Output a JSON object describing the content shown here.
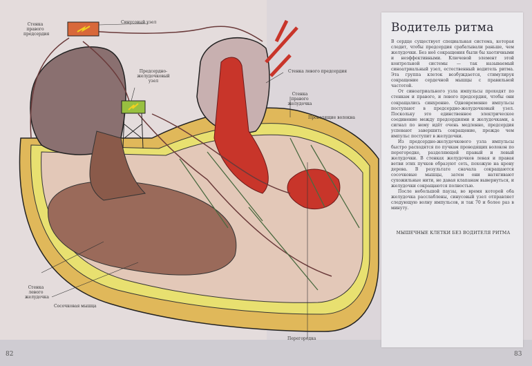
{
  "left_page": {
    "page_number": "82",
    "labels": {
      "sinus_node": "Синусовый узел",
      "right_atrium_wall": "Стенка правого предсердия",
      "av_node": "Предсердно-желудочковый узел",
      "left_ventricle_wall": "Стенка левого желудочка",
      "papillary_muscle": "Сосочковая мышца"
    }
  },
  "right_page": {
    "page_number": "83",
    "labels": {
      "left_atrium_wall": "Стенка левого предсердия",
      "right_ventricle_wall": "Стенка правого желудочка",
      "conducting_fibers": "Проводящие волокна",
      "septum": "Перегородка"
    },
    "title": "Водитель ритма",
    "paragraphs": [
      "В сердце существует специальная система, которая следит, чтобы предсердия срабатывали раньше, чем желудочки. Без неё сокращения были бы хаотичными и неэффективными. Ключевой элемент этой контрольной системы — так называемый синоатриальный узел, естественный водитель ритма. Эта группа клеток возбуждается, стимулируя сокращение сердечной мышцы с правильной частотой.",
      "От синоатриального узла импульсы проходят по стенкам и правого, и левого предсердия, чтобы они сокращались синхронно. Одновременно импульсы поступают в предсердно-желудочковый узел. Поскольку это единственное электрическое соединение между предсердиями и желудочками, а сигнал по нему идёт очень медленно, предсердия успевают завершить сокращение, прежде чем импульс поступит в желудочки.",
      "Из предсердно-желудочкового узла импульсы быстро расходятся по пучкам проводящих волокон по перегородке, разделяющей правый и левый желудочки. В стенках желудочков левая и правая ветви этих пучков образуют сеть, похожую на крону дерева. В результате сначала сокращаются сосочковые мышцы, затем они натягивают сухожильные нити, не давая клапанам вывернуться, и желудочки сокращаются полностью.",
      "После небольшой паузы, во время которой оба желудочка расслаблены, синусовый узел отправляет следующую волну импульсов, и так 70 и более раз в минуту."
    ],
    "caption": "МЫШЕЧНЫЕ КЛЕТКИ БЕЗ ВОДИТЕЛЯ РИТМА"
  },
  "colors": {
    "wall": "#e0b85a",
    "band": "#e8e070",
    "chamber": "#9a6a5a",
    "blood": "#c8352a",
    "node": "#d8683a",
    "node_green": "#98c040",
    "fiber": "#4a6a40"
  }
}
